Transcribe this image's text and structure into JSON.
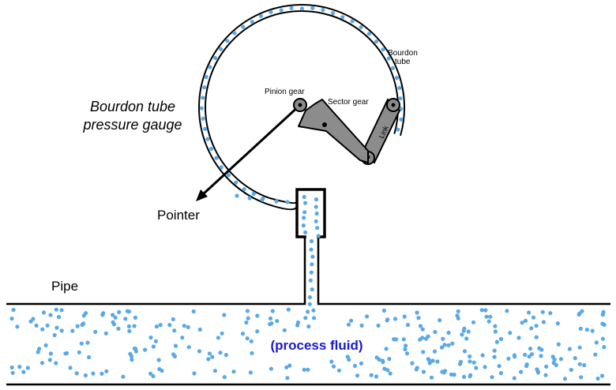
{
  "title_line1": "Bourdon tube",
  "title_line2": "pressure gauge",
  "labels": {
    "pinion_gear": "Pinion gear",
    "sector_gear": "Sector gear",
    "bourdon_line1": "Bourdon",
    "bourdon_line2": "tube",
    "link": "Link",
    "pointer": "Pointer",
    "pipe": "Pipe",
    "process_fluid": "(process fluid)"
  },
  "colors": {
    "fluid_dot": "#5aa9e6",
    "fluid_text": "#1a1acc",
    "mechanism_fill": "#8c8c8c",
    "line": "#000000"
  }
}
